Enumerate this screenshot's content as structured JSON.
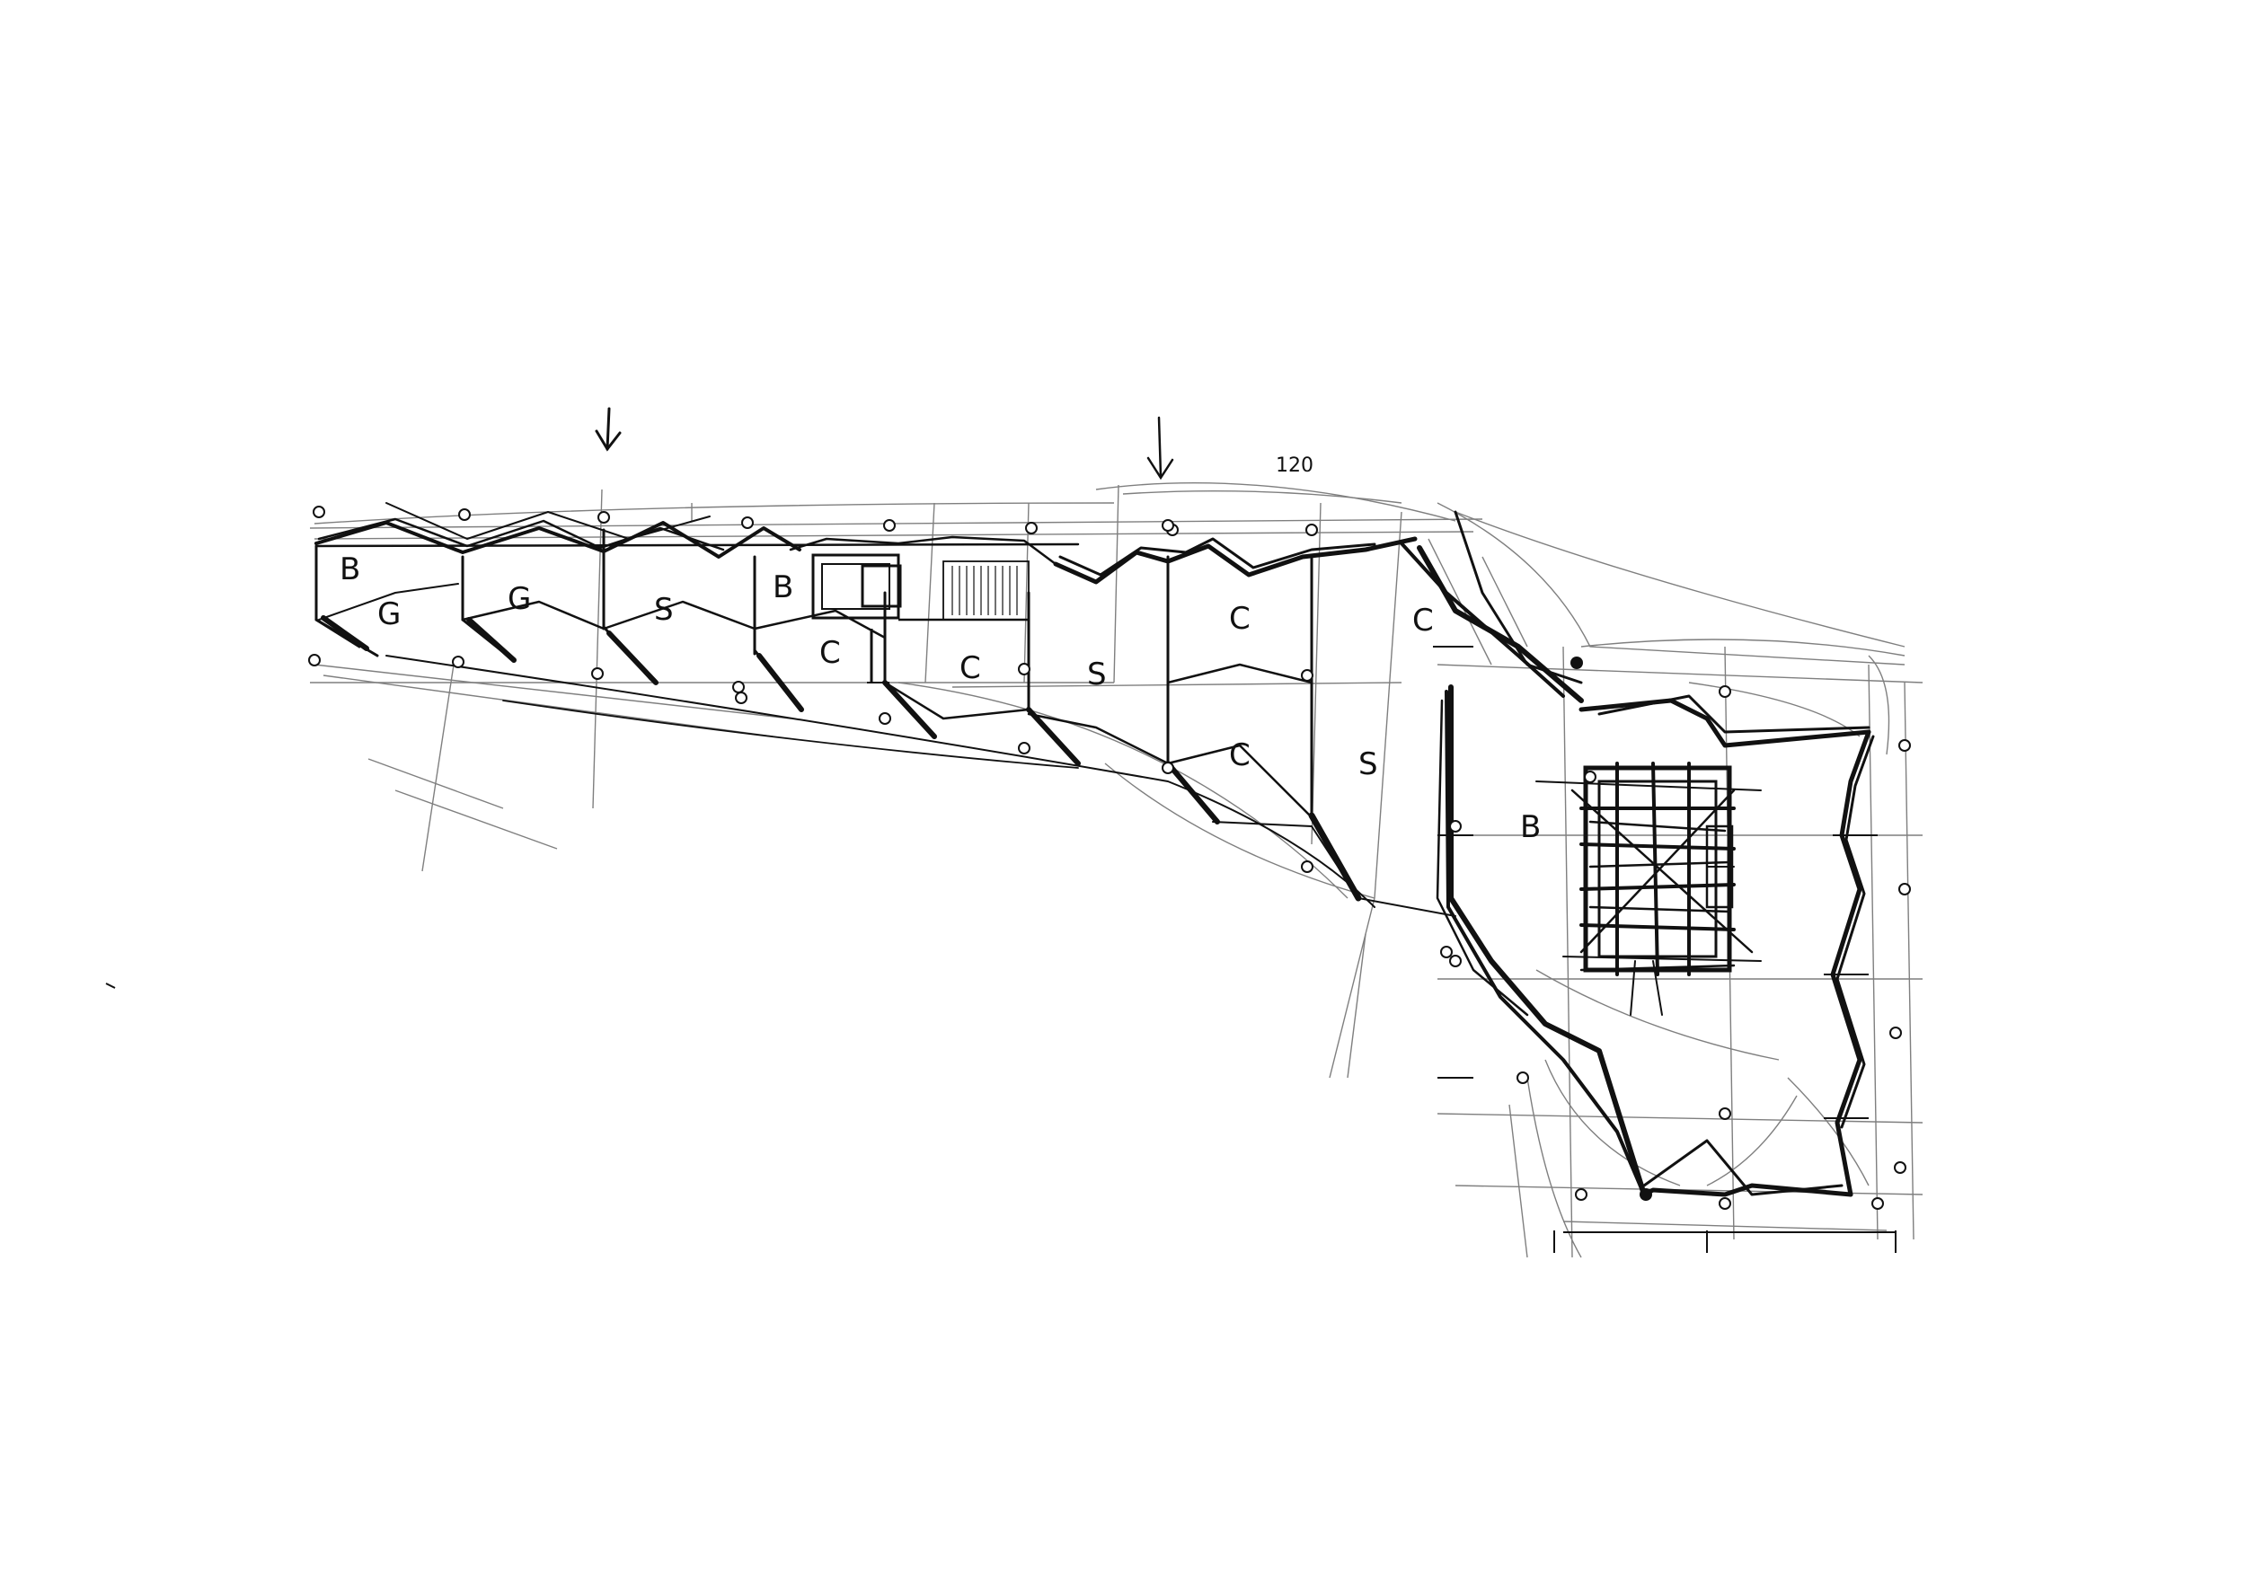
{
  "drawing": {
    "kind": "hand-drawn architectural floor plan sketch",
    "ink_color": "#111111",
    "paper_color": "#ffffff",
    "dimension_note": "120",
    "room_labels": [
      "B",
      "G",
      "G",
      "S",
      "B",
      "C",
      "C",
      "S",
      "C",
      "C",
      "S",
      "C",
      "B"
    ],
    "entry_arrows": [
      "entry-arrow-west",
      "entry-arrow-center"
    ],
    "icons": [
      "column-marker-icon",
      "down-arrow-icon",
      "stair-hatch-icon"
    ]
  }
}
